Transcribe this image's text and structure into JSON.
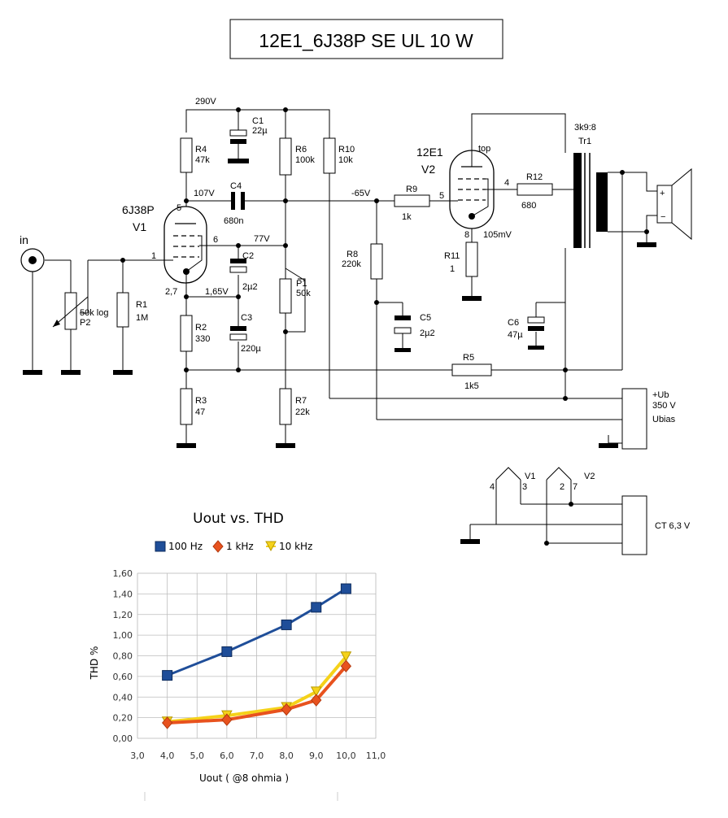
{
  "title": "12E1_6J38P SE UL  10 W",
  "schematic": {
    "input_label": "in",
    "v1": {
      "type": "6J38P",
      "name": "V1",
      "pin_grid": "1",
      "pin_anode": "5",
      "pin_g2": "6",
      "pin_cathode": "2,7"
    },
    "v2": {
      "type": "12E1",
      "name": "V2",
      "pin_top": "top",
      "pin_g1": "5",
      "pin_g2": "4",
      "pin_cathode": "8"
    },
    "voltages": {
      "b_plus": "290V",
      "v1_anode": "107V",
      "v1_g2": "77V",
      "v1_cathode": "1,65V",
      "bias": "-65V",
      "v2_cathode": "105mV"
    },
    "p2": {
      "value": "50k log",
      "name": "P2"
    },
    "r1": {
      "name": "R1",
      "value": "1M"
    },
    "r2": {
      "name": "R2",
      "value": "330"
    },
    "r3": {
      "name": "R3",
      "value": "47"
    },
    "r4": {
      "name": "R4",
      "value": "47k"
    },
    "r5": {
      "name": "R5",
      "value": "1k5"
    },
    "r6": {
      "name": "R6",
      "value": "100k"
    },
    "r7": {
      "name": "R7",
      "value": "22k"
    },
    "r8": {
      "name": "R8",
      "value": "220k"
    },
    "r9": {
      "name": "R9",
      "value": "1k"
    },
    "r10": {
      "name": "R10",
      "value": "10k"
    },
    "r11": {
      "name": "R11",
      "value": "1"
    },
    "r12": {
      "name": "R12",
      "value": "680"
    },
    "p1": {
      "name": "P1",
      "value": "50k"
    },
    "c1": {
      "name": "C1",
      "value": "22µ"
    },
    "c2": {
      "name": "C2",
      "value": "2µ2"
    },
    "c3": {
      "name": "C3",
      "value": "220µ"
    },
    "c4": {
      "name": "C4",
      "value": "680n"
    },
    "c5": {
      "name": "C5",
      "value": "2µ2"
    },
    "c6": {
      "name": "C6",
      "value": "47µ"
    },
    "tr1": {
      "ratio": "3k9:8",
      "name": "Tr1"
    },
    "psu": {
      "ub": "+Ub",
      "ub_value": "350 V",
      "ubias": "Ubias"
    },
    "heater": {
      "label": "CT  6,3 V",
      "v1": "V1",
      "v2": "V2",
      "pin4": "4",
      "pin3": "3",
      "pin2": "2",
      "pin7": "7"
    },
    "speaker": {
      "plus": "+",
      "minus": "−"
    }
  },
  "chart_data": {
    "type": "line",
    "title": "Uout vs. THD",
    "xlabel": "Uout ( @8 ohmia )",
    "ylabel": "THD %",
    "xlim": [
      3.0,
      11.0
    ],
    "ylim": [
      0.0,
      1.6
    ],
    "xticks": [
      "3,0",
      "4,0",
      "5,0",
      "6,0",
      "7,0",
      "8,0",
      "9,0",
      "10,0",
      "11,0"
    ],
    "yticks": [
      "0,00",
      "0,20",
      "0,40",
      "0,60",
      "0,80",
      "1,00",
      "1,20",
      "1,40",
      "1,60"
    ],
    "grid": true,
    "legend": "top",
    "series": [
      {
        "name": "100 Hz",
        "color": "#1f4e99",
        "marker": "square",
        "x": [
          4,
          6,
          8,
          9,
          10
        ],
        "y": [
          0.61,
          0.84,
          1.1,
          1.27,
          1.45
        ]
      },
      {
        "name": "1 kHz",
        "color": "#e8521e",
        "marker": "diamond",
        "x": [
          4,
          6,
          8,
          9,
          10
        ],
        "y": [
          0.15,
          0.18,
          0.28,
          0.37,
          0.7
        ]
      },
      {
        "name": "10 kHz",
        "color": "#f5d21a",
        "marker": "triangle",
        "x": [
          4,
          6,
          8,
          9,
          10
        ],
        "y": [
          0.16,
          0.22,
          0.3,
          0.45,
          0.79
        ]
      }
    ]
  }
}
